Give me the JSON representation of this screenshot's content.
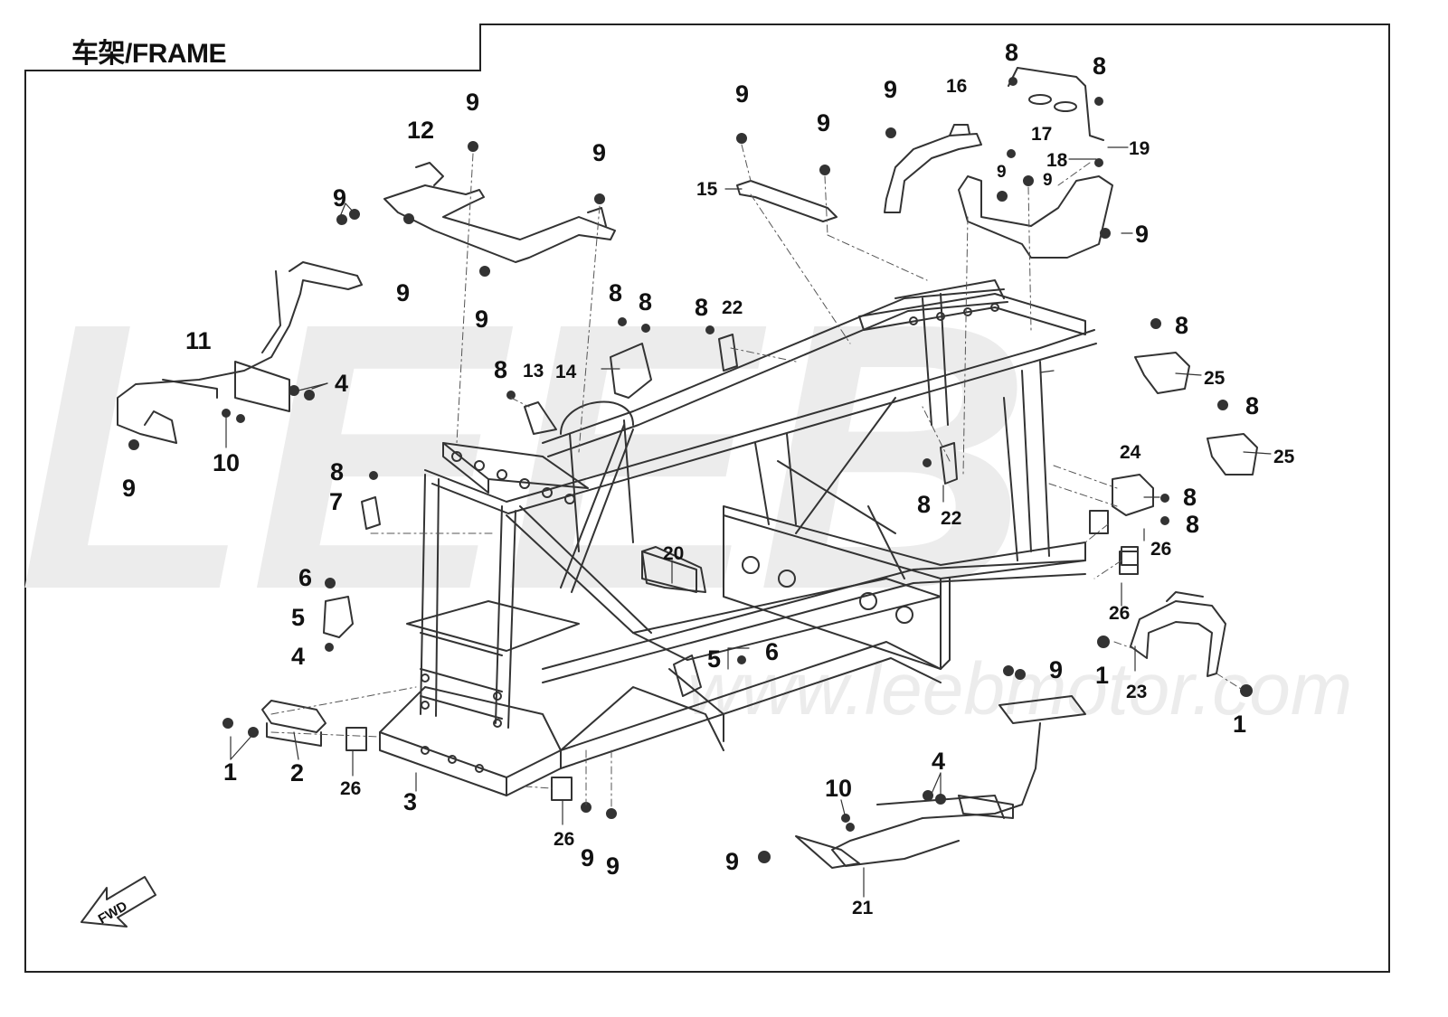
{
  "title": "车架/FRAME",
  "watermark": {
    "brand": "LEEB",
    "url": "www.leebmotor.com"
  },
  "fwd_label": "FWD",
  "colors": {
    "line": "#333333",
    "watermark": "#ececec",
    "border": "#222222"
  },
  "callouts": [
    {
      "id": "c1",
      "text": "9"
    },
    {
      "id": "c2",
      "text": "12"
    },
    {
      "id": "c3",
      "text": "9"
    },
    {
      "id": "c4",
      "text": "9"
    },
    {
      "id": "c5",
      "text": "9"
    },
    {
      "id": "c6",
      "text": "9"
    },
    {
      "id": "c7",
      "text": "9"
    },
    {
      "id": "c8",
      "text": "15"
    },
    {
      "id": "c9",
      "text": "9"
    },
    {
      "id": "c10",
      "text": "16"
    },
    {
      "id": "c11",
      "text": "8"
    },
    {
      "id": "c12",
      "text": "8"
    },
    {
      "id": "c13",
      "text": "17"
    },
    {
      "id": "c14",
      "text": "18"
    },
    {
      "id": "c15",
      "text": "19"
    },
    {
      "id": "c16",
      "text": "9"
    },
    {
      "id": "c17",
      "text": "9"
    },
    {
      "id": "c18",
      "text": "9"
    },
    {
      "id": "c19",
      "text": "9"
    },
    {
      "id": "c20",
      "text": "11"
    },
    {
      "id": "c21",
      "text": "4"
    },
    {
      "id": "c22",
      "text": "10"
    },
    {
      "id": "c23",
      "text": "9"
    },
    {
      "id": "c24",
      "text": "8"
    },
    {
      "id": "c25",
      "text": "8"
    },
    {
      "id": "c26",
      "text": "14"
    },
    {
      "id": "c27",
      "text": "8"
    },
    {
      "id": "c28",
      "text": "22"
    },
    {
      "id": "c29",
      "text": "8"
    },
    {
      "id": "c30",
      "text": "13"
    },
    {
      "id": "c31",
      "text": "8"
    },
    {
      "id": "c32",
      "text": "25"
    },
    {
      "id": "c33",
      "text": "8"
    },
    {
      "id": "c34",
      "text": "25"
    },
    {
      "id": "c35",
      "text": "8"
    },
    {
      "id": "c36",
      "text": "7"
    },
    {
      "id": "c37",
      "text": "24"
    },
    {
      "id": "c38",
      "text": "8"
    },
    {
      "id": "c39",
      "text": "8"
    },
    {
      "id": "c40",
      "text": "8"
    },
    {
      "id": "c41",
      "text": "22"
    },
    {
      "id": "c42",
      "text": "26"
    },
    {
      "id": "c43",
      "text": "6"
    },
    {
      "id": "c44",
      "text": "20"
    },
    {
      "id": "c45",
      "text": "5"
    },
    {
      "id": "c46",
      "text": "4"
    },
    {
      "id": "c47",
      "text": "5"
    },
    {
      "id": "c48",
      "text": "6"
    },
    {
      "id": "c49",
      "text": "26"
    },
    {
      "id": "c50",
      "text": "1"
    },
    {
      "id": "c51",
      "text": "23"
    },
    {
      "id": "c52",
      "text": "9"
    },
    {
      "id": "c53",
      "text": "1"
    },
    {
      "id": "c54",
      "text": "1"
    },
    {
      "id": "c55",
      "text": "2"
    },
    {
      "id": "c56",
      "text": "26"
    },
    {
      "id": "c57",
      "text": "3"
    },
    {
      "id": "c58",
      "text": "26"
    },
    {
      "id": "c59",
      "text": "9"
    },
    {
      "id": "c60",
      "text": "9"
    },
    {
      "id": "c61",
      "text": "4"
    },
    {
      "id": "c62",
      "text": "10"
    },
    {
      "id": "c63",
      "text": "9"
    },
    {
      "id": "c64",
      "text": "21"
    }
  ]
}
